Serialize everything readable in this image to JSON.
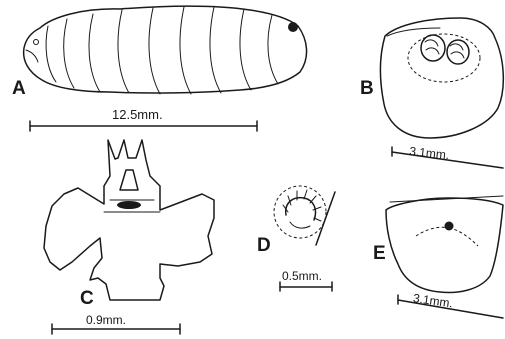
{
  "panels": {
    "a": {
      "letter": "A",
      "scale": "12.5mm."
    },
    "b": {
      "letter": "B",
      "scale": "3.1mm."
    },
    "c": {
      "letter": "C",
      "scale": "0.9mm."
    },
    "d": {
      "letter": "D",
      "scale": "0.5mm."
    },
    "e": {
      "letter": "E",
      "scale": "3.1mm."
    }
  }
}
